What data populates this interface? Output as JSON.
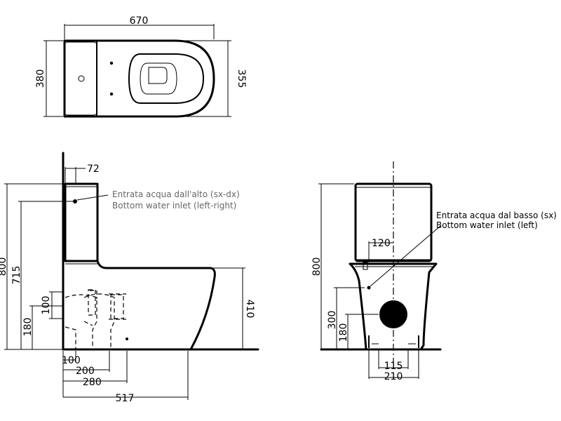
{
  "top_view": {
    "dim_length": "670",
    "dim_depth_left": "380",
    "dim_depth_right": "355"
  },
  "side_view": {
    "dim_72": "72",
    "dim_800": "800",
    "dim_715": "715",
    "dim_180": "180",
    "dim_100_vertical": "100",
    "dim_410": "410",
    "dim_100": "100",
    "dim_200": "200",
    "dim_280": "280",
    "dim_517": "517",
    "note_line1": "Entrata acqua dall'alto (sx-dx)",
    "note_line2": "Bottom water inlet (left-right)"
  },
  "front_view": {
    "dim_800": "800",
    "dim_300": "300",
    "dim_180": "180",
    "dim_120": "120",
    "dim_115": "115",
    "dim_210": "210",
    "note_line1": "Entrata acqua dal basso (sx)",
    "note_line2": "Bottom water inlet (left)"
  },
  "colors": {
    "line": "#000000",
    "note_grey": "#666666",
    "background": "#ffffff"
  }
}
